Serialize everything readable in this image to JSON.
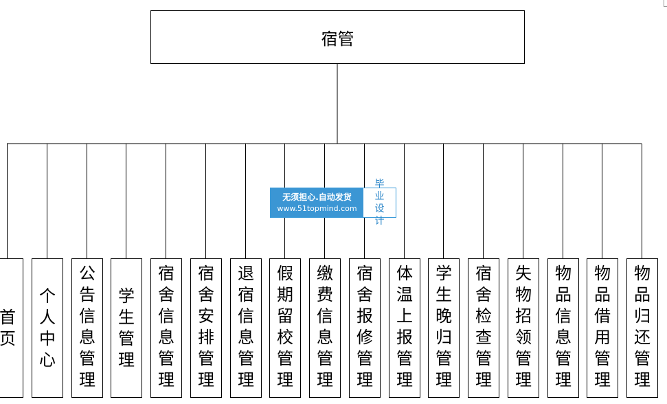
{
  "root": {
    "label": "宿管"
  },
  "children": [
    {
      "label": "首页"
    },
    {
      "label": "个人中心"
    },
    {
      "label": "公告信息管理"
    },
    {
      "label": "学生管理"
    },
    {
      "label": "宿舍信息管理"
    },
    {
      "label": "宿舍安排管理"
    },
    {
      "label": "退宿信息管理"
    },
    {
      "label": "假期留校管理"
    },
    {
      "label": "缴费信息管理"
    },
    {
      "label": "宿舍报修管理"
    },
    {
      "label": "体温上报管理"
    },
    {
      "label": "学生晚归管理"
    },
    {
      "label": "宿舍检查管理"
    },
    {
      "label": "失物招领管理"
    },
    {
      "label": "物品信息管理"
    },
    {
      "label": "物品借用管理"
    },
    {
      "label": "物品归还管理"
    }
  ],
  "watermark": {
    "line1": "无须担心.自动发货",
    "line2": "www.51topmind.com",
    "badge": "毕业设计"
  },
  "colors": {
    "line": "#000000",
    "watermark_blue": "#3b96d4"
  }
}
